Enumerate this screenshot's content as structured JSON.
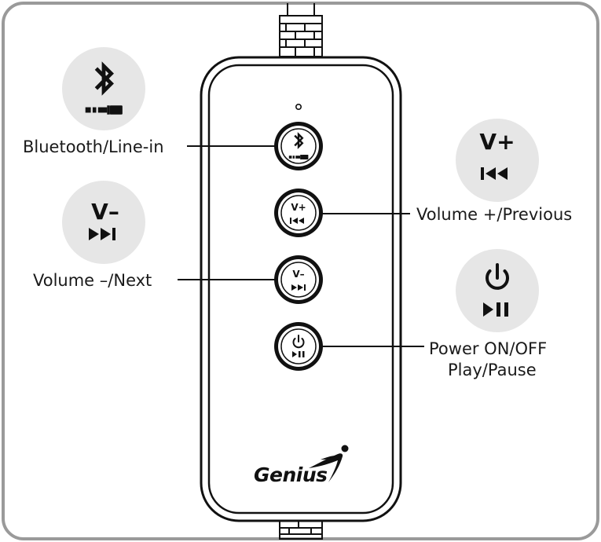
{
  "labels": {
    "bluetooth": "Bluetooth/Line-in",
    "vol_up": "Volume +/Previous",
    "vol_down": "Volume –/Next",
    "power_line1": "Power ON/OFF",
    "power_line2": "Play/Pause"
  },
  "button_glyphs": {
    "vol_up": "V+",
    "vol_down": "V–"
  },
  "brand": "Genius",
  "icons": {
    "bluetooth": "bluetooth-icon",
    "line_in": "audio-jack-icon",
    "previous": "previous-track-icon",
    "next": "next-track-icon",
    "power": "power-icon",
    "play_pause": "play-pause-icon",
    "logo": "genius-logo-figure"
  },
  "colors": {
    "frame": "#9a9a9a",
    "icon_badge": "#e6e6e6",
    "ink": "#111111"
  }
}
